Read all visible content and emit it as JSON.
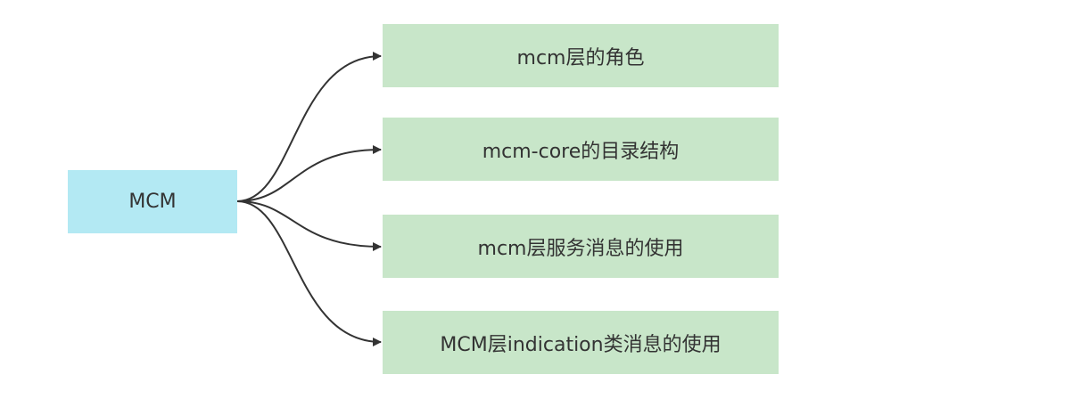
{
  "root": {
    "label": "MCM"
  },
  "children": [
    {
      "label": "mcm层的角色"
    },
    {
      "label": "mcm-core的目录结构"
    },
    {
      "label": "mcm层服务消息的使用"
    },
    {
      "label": "MCM层indication类消息的使用"
    }
  ],
  "colors": {
    "root_fill": "#b3e9f3",
    "child_fill": "#c8e6c9",
    "connector": "#333333",
    "text": "#333333"
  }
}
